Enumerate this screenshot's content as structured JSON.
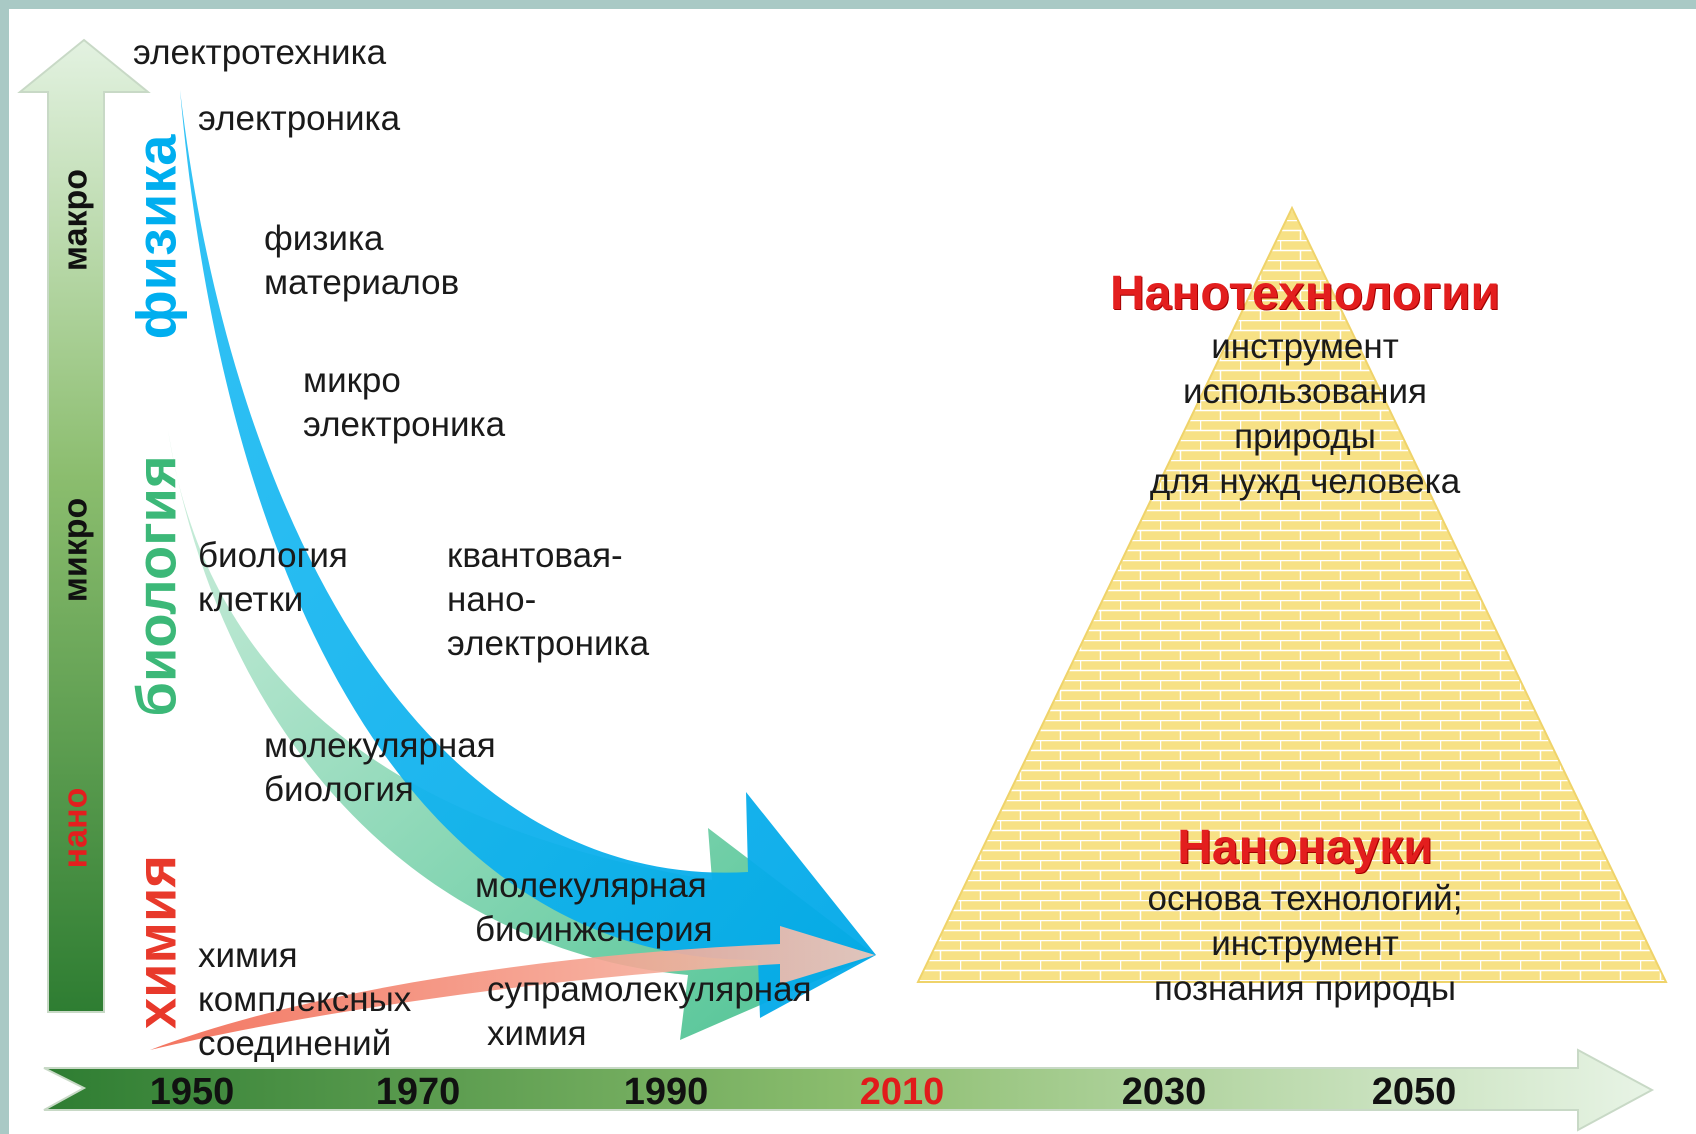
{
  "colors": {
    "physics": "#00aeef",
    "biology": "#3cb878",
    "chemistry": "#e8392b",
    "nano": "#e31e1e",
    "highlight_year": "#e11b1b",
    "pyramid": "#f6df7a",
    "axis_dark": "#2e7d32",
    "axis_light": "#e3f2e1"
  },
  "scale_axis": {
    "labels": [
      "макро",
      "микро",
      "нано"
    ],
    "icon": "up-arrow-icon"
  },
  "disciplines": {
    "physics": "физика",
    "biology": "биология",
    "chemistry": "химия"
  },
  "fields": {
    "electrotech": "электротехника",
    "electronics": "электроника",
    "materials_physics": "физика\nматериалов",
    "microelectronics": "микро\nэлектроника",
    "cell_biology": "биология\nклетки",
    "quantum_nano": "квантовая-\nнано-\nэлектроника",
    "molecular_biology": "молекулярная\nбиология",
    "molecular_bioengineering": "молекулярная\nбиоинженерия",
    "complex_chemistry": "химия\nкомплексных\nсоединений",
    "supramolecular": "супрамолекулярная\nхимия"
  },
  "timeline": {
    "icon": "right-arrow-icon",
    "years": [
      "1950",
      "1970",
      "1990",
      "2010",
      "2030",
      "2050"
    ],
    "highlight": "2010"
  },
  "pyramid": {
    "top_title": "Нанотехнологии",
    "top_subtitle": "инструмент использования природы\nдля нужд человека",
    "bottom_title": "Нанонауки",
    "bottom_subtitle": "основа технологий; инструмент\nпознания природы"
  }
}
